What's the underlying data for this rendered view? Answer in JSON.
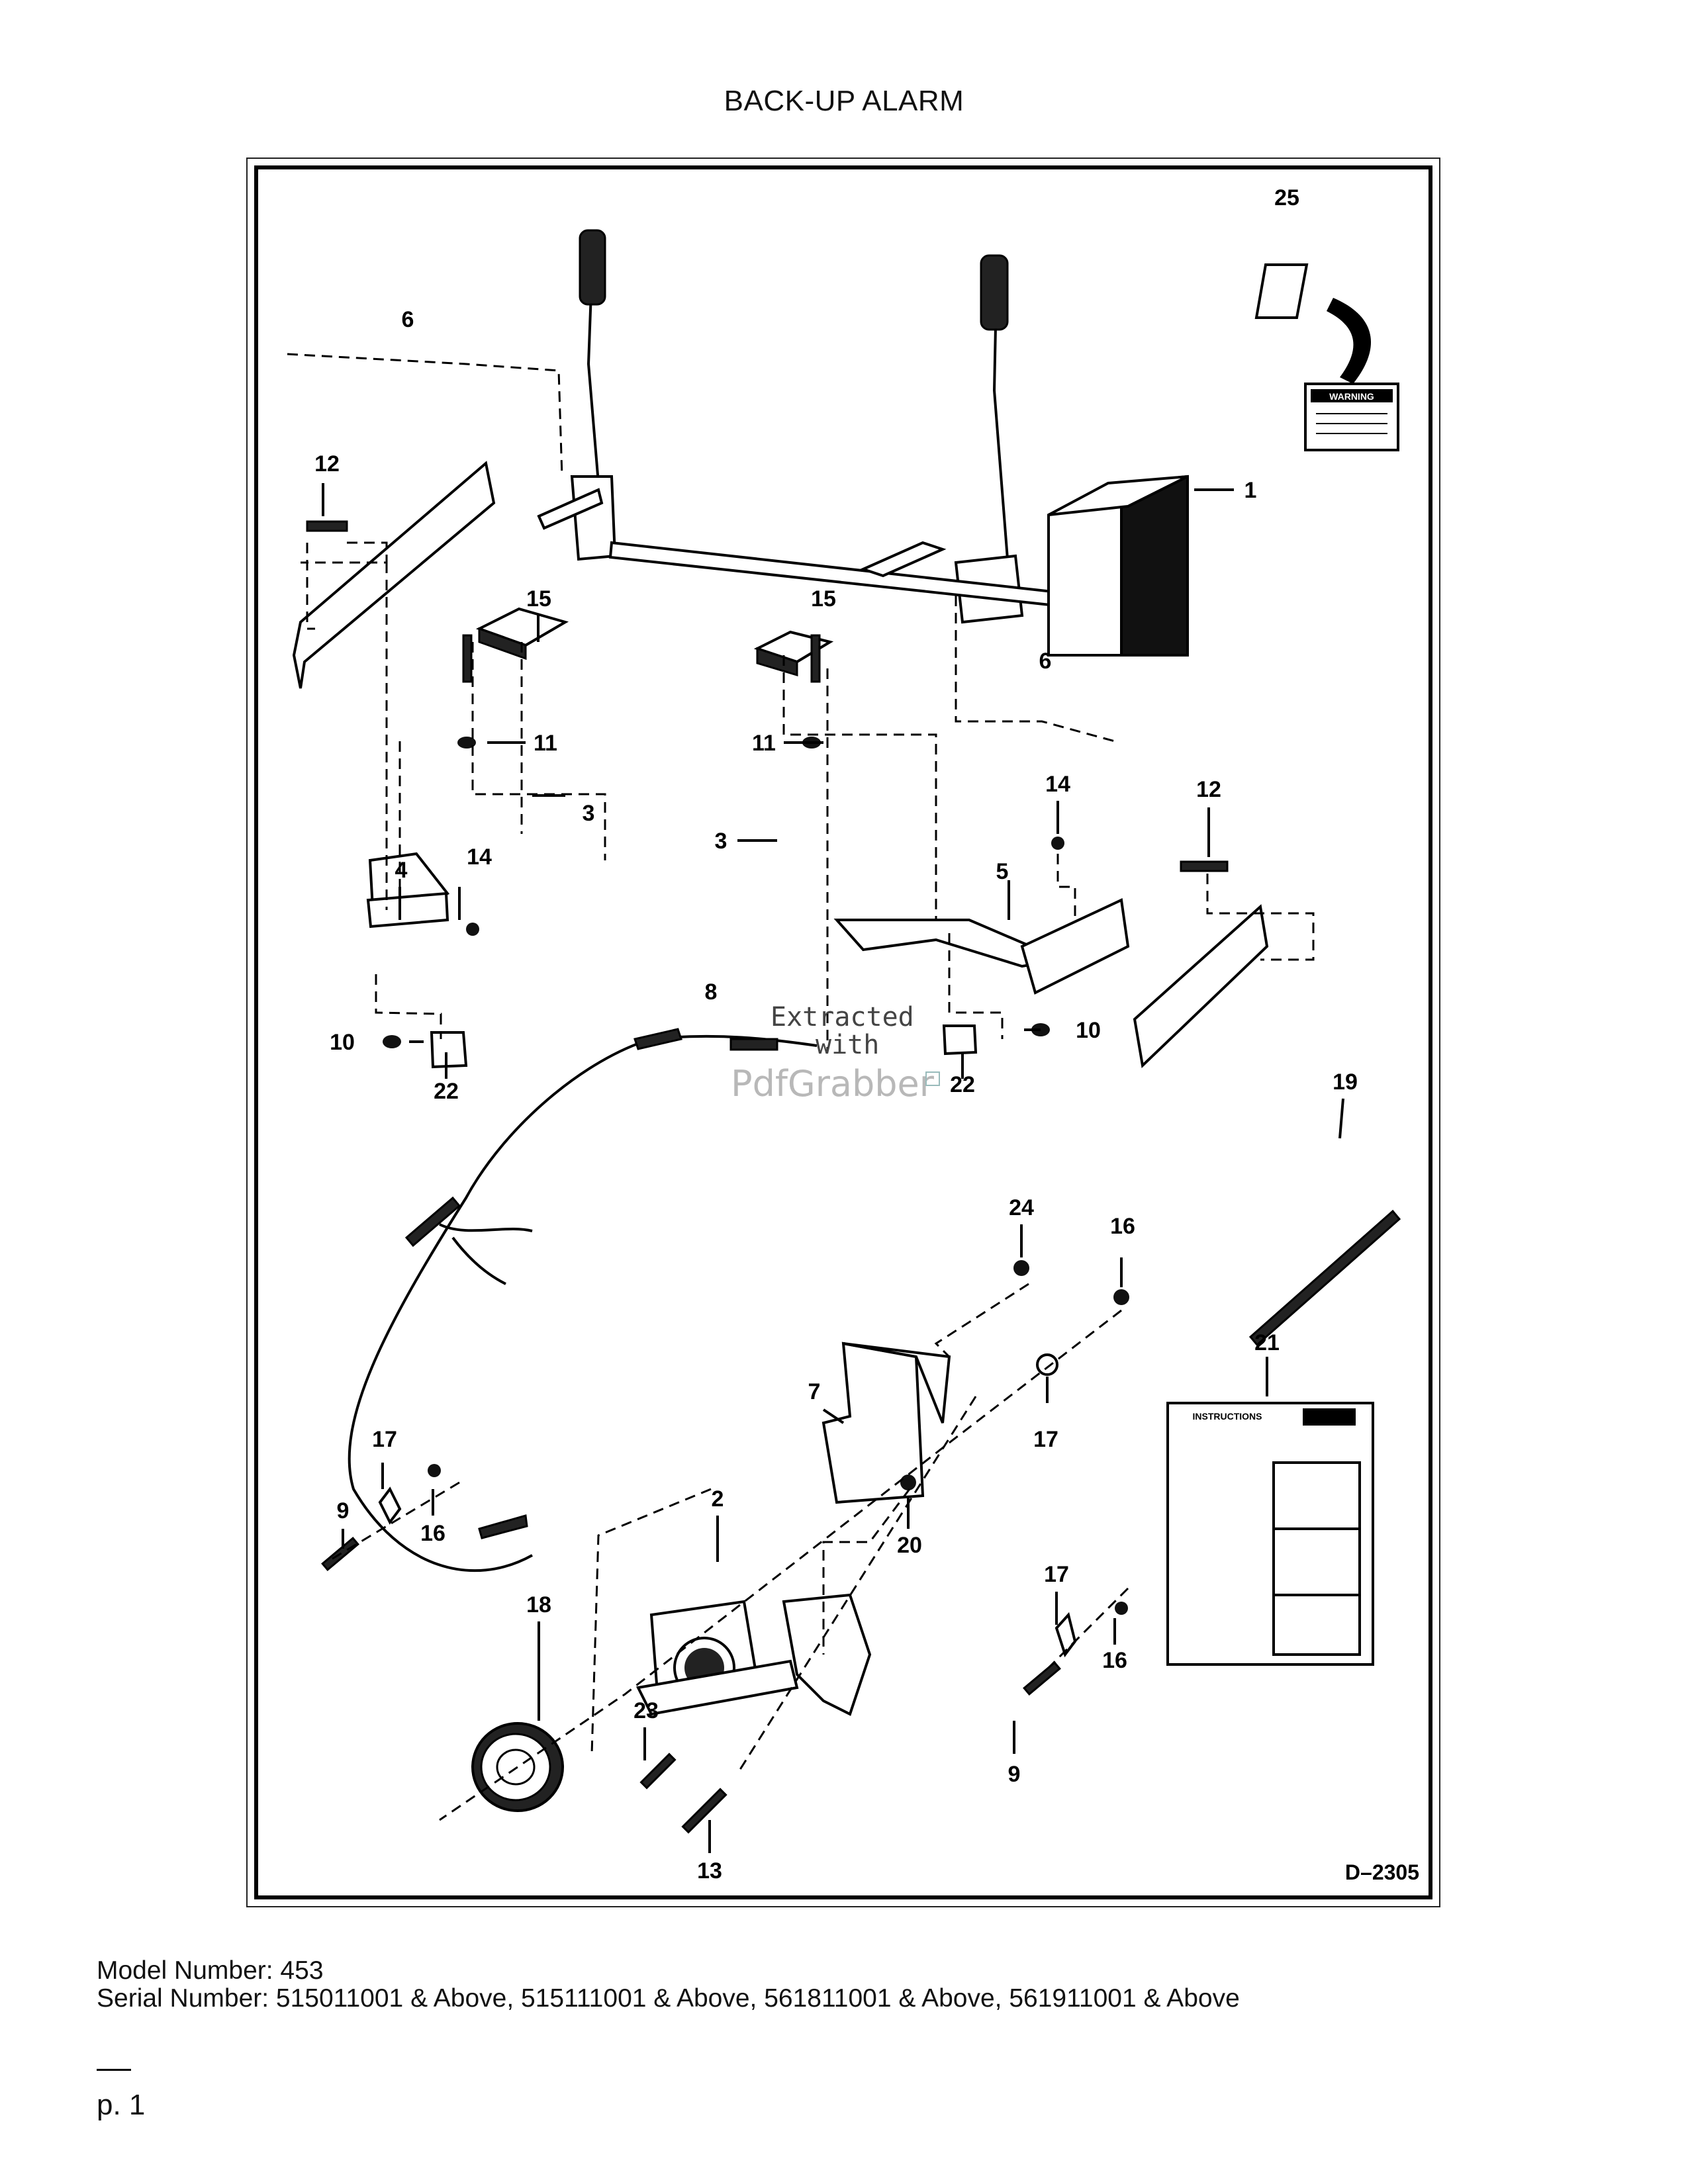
{
  "page": {
    "title": "BACK-UP ALARM",
    "model_line": "Model Number: 453",
    "serial_line": "Serial Number: 515011001 & Above, 515111001 & Above, 561811001 & Above, 561911001 & Above",
    "page_number": "p. 1"
  },
  "diagram": {
    "drawing_number": "D–2305",
    "watermark_line1": "Extracted",
    "watermark_line2": "with",
    "watermark_brand": "PdfGrabber",
    "warning_decal_text": "WARNING",
    "instructions_sheet_text": "INSTRUCTIONS",
    "callouts": {
      "c25": "25",
      "c6a": "6",
      "c12a": "12",
      "c1": "1",
      "c15a": "15",
      "c15b": "15",
      "c11a": "11",
      "c11b": "11",
      "c6b": "6",
      "c3a": "3",
      "c3b": "3",
      "c4": "4",
      "c14a": "14",
      "c14b": "14",
      "c12b": "12",
      "c5": "5",
      "c8": "8",
      "c10a": "10",
      "c10b": "10",
      "c22a": "22",
      "c22b": "22",
      "c19": "19",
      "c24": "24",
      "c16a": "16",
      "c21": "21",
      "c7": "7",
      "c17a": "17",
      "c2": "2",
      "c17b": "17",
      "c9a": "9",
      "c16b": "16",
      "c20": "20",
      "c17c": "17",
      "c18": "18",
      "c23": "23",
      "c16c": "16",
      "c13": "13",
      "c9b": "9"
    }
  }
}
